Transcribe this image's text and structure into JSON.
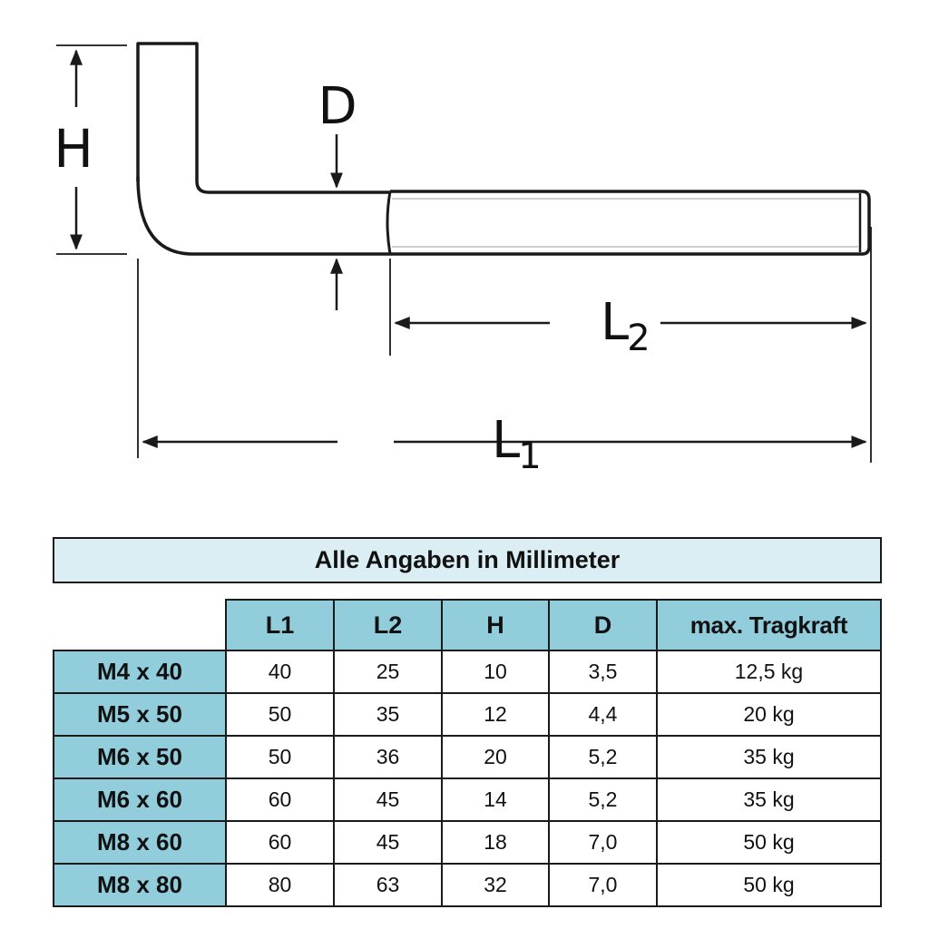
{
  "drawing": {
    "labels": {
      "height": "H",
      "diameter": "D",
      "length_2_main": "L",
      "length_2_sub": "2",
      "length_1_main": "L",
      "length_1_sub": "1"
    },
    "description": "L-shaped threaded hook bolt with dimension arrows H, D, L1, L2"
  },
  "table": {
    "title": "Alle Angaben in Millimeter",
    "columns": [
      "L1",
      "L2",
      "H",
      "D",
      "max. Tragkraft"
    ],
    "rows": [
      {
        "size": "M4 x 40",
        "L1": "40",
        "L2": "25",
        "H": "10",
        "D": "3,5",
        "load": "12,5 kg"
      },
      {
        "size": "M5 x 50",
        "L1": "50",
        "L2": "35",
        "H": "12",
        "D": "4,4",
        "load": "20 kg"
      },
      {
        "size": "M6 x 50",
        "L1": "50",
        "L2": "36",
        "H": "20",
        "D": "5,2",
        "load": "35 kg"
      },
      {
        "size": "M6 x 60",
        "L1": "60",
        "L2": "45",
        "H": "14",
        "D": "5,2",
        "load": "35 kg"
      },
      {
        "size": "M8 x 60",
        "L1": "60",
        "L2": "45",
        "H": "18",
        "D": "7,0",
        "load": "50 kg"
      },
      {
        "size": "M8 x 80",
        "L1": "80",
        "L2": "63",
        "H": "32",
        "D": "7,0",
        "load": "50 kg"
      }
    ]
  },
  "colors": {
    "title_bg": "#daeef3",
    "header_bg": "#92cddc",
    "border": "#1a1a1a",
    "line": "#1a1a1a"
  }
}
